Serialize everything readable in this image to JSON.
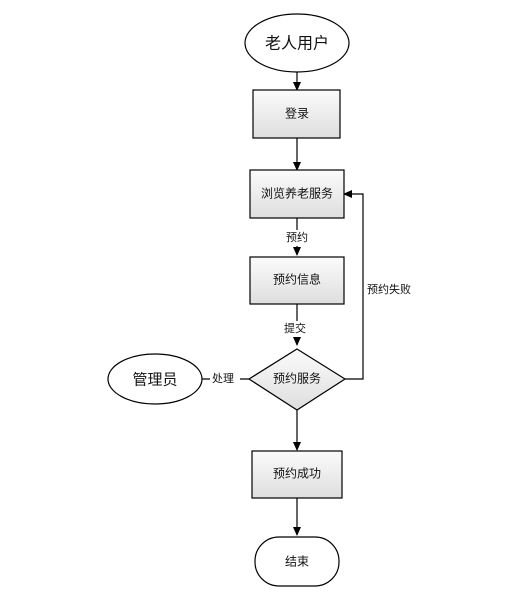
{
  "nodes": {
    "start": {
      "label": "老人用户",
      "shape": "ellipse"
    },
    "login": {
      "label": "登录",
      "shape": "process"
    },
    "browse": {
      "label": "浏览养老服务",
      "shape": "process"
    },
    "info": {
      "label": "预约信息",
      "shape": "process"
    },
    "decision": {
      "label": "预约服务",
      "shape": "decision"
    },
    "admin": {
      "label": "管理员",
      "shape": "ellipse"
    },
    "success": {
      "label": "预约成功",
      "shape": "process"
    },
    "end": {
      "label": "结束",
      "shape": "terminator"
    }
  },
  "edges": {
    "reserve": {
      "label": "预约"
    },
    "submit": {
      "label": "提交"
    },
    "handle": {
      "label": "处理"
    },
    "fail": {
      "label": "预约失败"
    }
  },
  "colors": {
    "box_fill_top": "#fbfbfb",
    "box_fill_bottom": "#dedede",
    "stroke": "#000000",
    "text": "#111111",
    "background": "#ffffff"
  }
}
